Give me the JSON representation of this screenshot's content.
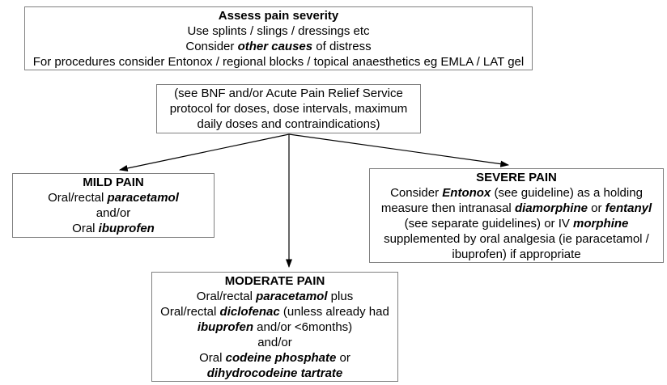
{
  "diagram": {
    "background": "#ffffff",
    "text_color": "#000000",
    "box_border_color": "#808080",
    "arrow_color": "#000000",
    "boxes": {
      "assess": {
        "lines": [
          [
            {
              "t": "Assess pain severity",
              "b": true
            }
          ],
          [
            {
              "t": "Use splints / slings / dressings etc"
            }
          ],
          [
            {
              "t": "Consider "
            },
            {
              "t": "other causes",
              "b": true,
              "i": true
            },
            {
              "t": " of distress"
            }
          ],
          [
            {
              "t": "For procedures consider Entonox / regional blocks / topical anaesthetics eg EMLA / LAT gel"
            }
          ]
        ]
      },
      "protocol": {
        "lines": [
          [
            {
              "t": "(see BNF and/or Acute Pain Relief Service"
            }
          ],
          [
            {
              "t": "protocol for doses, dose intervals, maximum"
            }
          ],
          [
            {
              "t": "daily doses and contraindications)"
            }
          ]
        ]
      },
      "mild": {
        "lines": [
          [
            {
              "t": "MILD PAIN",
              "b": true
            }
          ],
          [
            {
              "t": "Oral/rectal "
            },
            {
              "t": "paracetamol",
              "b": true,
              "i": true
            }
          ],
          [
            {
              "t": "and/or"
            }
          ],
          [
            {
              "t": "Oral "
            },
            {
              "t": "ibuprofen",
              "b": true,
              "i": true
            }
          ]
        ]
      },
      "severe": {
        "lines": [
          [
            {
              "t": "SEVERE PAIN",
              "b": true
            }
          ],
          [
            {
              "t": "Consider "
            },
            {
              "t": "Entonox",
              "b": true,
              "i": true
            },
            {
              "t": " (see guideline) as a holding"
            }
          ],
          [
            {
              "t": "measure then intranasal "
            },
            {
              "t": "diamorphine",
              "b": true,
              "i": true
            },
            {
              "t": " or "
            },
            {
              "t": "fentanyl",
              "b": true,
              "i": true
            }
          ],
          [
            {
              "t": "(see separate guidelines) or IV "
            },
            {
              "t": "morphine",
              "b": true,
              "i": true
            }
          ],
          [
            {
              "t": "supplemented by oral analgesia (ie paracetamol /"
            }
          ],
          [
            {
              "t": "ibuprofen) if appropriate"
            }
          ]
        ]
      },
      "moderate": {
        "lines": [
          [
            {
              "t": "MODERATE PAIN",
              "b": true
            }
          ],
          [
            {
              "t": "Oral/rectal "
            },
            {
              "t": "paracetamol",
              "b": true,
              "i": true
            },
            {
              "t": " plus"
            }
          ],
          [
            {
              "t": "Oral/rectal "
            },
            {
              "t": "diclofenac",
              "b": true,
              "i": true
            },
            {
              "t": " (unless already had"
            }
          ],
          [
            {
              "t": "ibuprofen",
              "b": true,
              "i": true
            },
            {
              "t": " and/or <6months)"
            }
          ],
          [
            {
              "t": "and/or"
            }
          ],
          [
            {
              "t": "Oral "
            },
            {
              "t": "codeine phosphate",
              "b": true,
              "i": true
            },
            {
              "t": " or"
            }
          ],
          [
            {
              "t": "dihydrocodeine tartrate",
              "b": true,
              "i": true
            }
          ]
        ]
      }
    }
  }
}
